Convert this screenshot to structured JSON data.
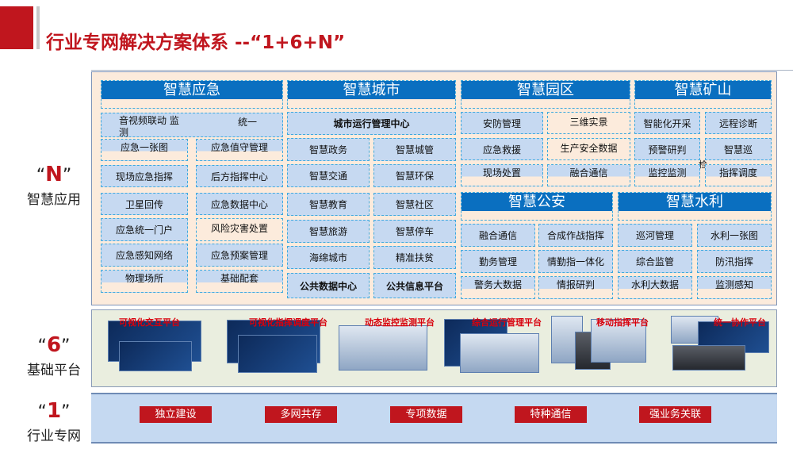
{
  "title": "行业专网解决方案体系 --“1+6+N”",
  "colors": {
    "accent_red": "#c0161e",
    "header_blue": "#0a6fc0",
    "cell_blue": "#c6d9f1",
    "panel_peach": "#fcebdc"
  },
  "side": {
    "n": {
      "big": "N",
      "sub": "智慧应用"
    },
    "six": {
      "big": "6",
      "sub": "基础平台"
    },
    "one": {
      "big": "1",
      "sub": "行业专网"
    }
  },
  "sections": {
    "emergency": {
      "title": "智慧应急",
      "first_left": "音视频联动 监测",
      "first_right": "统一",
      "items": [
        "应急一张图",
        "应急值守管理",
        "现场应急指挥",
        "后方指挥中心",
        "卫星回传",
        "应急数据中心",
        "应急统一门户",
        "风险灾害处置",
        "应急感知网络",
        "应急预案管理",
        "物理场所",
        "基础配套"
      ]
    },
    "city": {
      "title": "智慧城市",
      "center": "城市运行管理中心",
      "items": [
        "智慧政务",
        "智慧城管",
        "智慧交通",
        "智慧环保",
        "智慧教育",
        "智慧社区",
        "智慧旅游",
        "智慧停车",
        "海绵城市",
        "精准扶贫",
        "公共数据中心",
        "公共信息平台"
      ]
    },
    "park": {
      "title": "智慧园区",
      "items": [
        "安防管理",
        "三维实景",
        "应急救援",
        "生产安全数据",
        "现场处置",
        "融合通信"
      ]
    },
    "mine": {
      "title": "智慧矿山",
      "items": [
        "智能化开采",
        "远程诊断",
        "预警研判",
        "智慧巡",
        "监控监测",
        "指挥调度"
      ],
      "stray": "检"
    },
    "police": {
      "title": "智慧公安",
      "items": [
        "融合通信",
        "合成作战指挥",
        "勤务管理",
        "情勤指一体化",
        "警务大数据",
        "情报研判"
      ]
    },
    "water": {
      "title": "智慧水利",
      "items": [
        "巡河管理",
        "水利一张图",
        "综合监管",
        "防汛指挥",
        "水利大数据",
        "监测感知"
      ]
    }
  },
  "platforms": [
    "可视化交互平台",
    "可视化指挥调度平台",
    "动态监控监测平台",
    "综合运行管理平台",
    "移动指挥平台",
    "统一协作平台"
  ],
  "network_tags": [
    "独立建设",
    "多网共存",
    "专项数据",
    "特种通信",
    "强业务关联"
  ]
}
